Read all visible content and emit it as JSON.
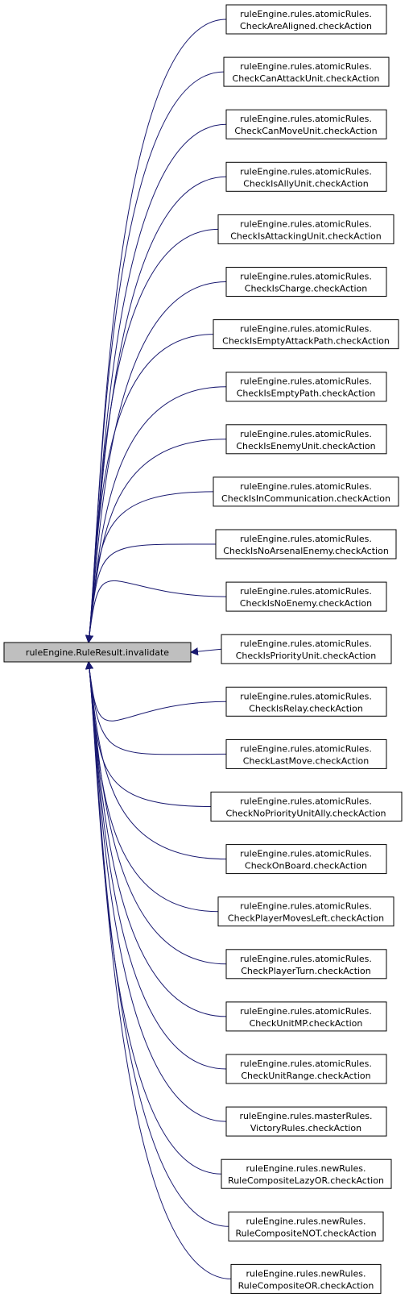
{
  "graph": {
    "root": {
      "label": "ruleEngine.RuleResult.invalidate",
      "fill": "#bfbfbf"
    },
    "edge_color": "#191970",
    "nodes": [
      {
        "line1": "ruleEngine.rules.atomicRules.",
        "line2": "CheckAreAligned.checkAction"
      },
      {
        "line1": "ruleEngine.rules.atomicRules.",
        "line2": "CheckCanAttackUnit.checkAction"
      },
      {
        "line1": "ruleEngine.rules.atomicRules.",
        "line2": "CheckCanMoveUnit.checkAction"
      },
      {
        "line1": "ruleEngine.rules.atomicRules.",
        "line2": "CheckIsAllyUnit.checkAction"
      },
      {
        "line1": "ruleEngine.rules.atomicRules.",
        "line2": "CheckIsAttackingUnit.checkAction"
      },
      {
        "line1": "ruleEngine.rules.atomicRules.",
        "line2": "CheckIsCharge.checkAction"
      },
      {
        "line1": "ruleEngine.rules.atomicRules.",
        "line2": "CheckIsEmptyAttackPath.checkAction"
      },
      {
        "line1": "ruleEngine.rules.atomicRules.",
        "line2": "CheckIsEmptyPath.checkAction"
      },
      {
        "line1": "ruleEngine.rules.atomicRules.",
        "line2": "CheckIsEnemyUnit.checkAction"
      },
      {
        "line1": "ruleEngine.rules.atomicRules.",
        "line2": "CheckIsInCommunication.checkAction"
      },
      {
        "line1": "ruleEngine.rules.atomicRules.",
        "line2": "CheckIsNoArsenalEnemy.checkAction"
      },
      {
        "line1": "ruleEngine.rules.atomicRules.",
        "line2": "CheckIsNoEnemy.checkAction"
      },
      {
        "line1": "ruleEngine.rules.atomicRules.",
        "line2": "CheckIsPriorityUnit.checkAction"
      },
      {
        "line1": "ruleEngine.rules.atomicRules.",
        "line2": "CheckIsRelay.checkAction"
      },
      {
        "line1": "ruleEngine.rules.atomicRules.",
        "line2": "CheckLastMove.checkAction"
      },
      {
        "line1": "ruleEngine.rules.atomicRules.",
        "line2": "CheckNoPriorityUnitAlly.checkAction"
      },
      {
        "line1": "ruleEngine.rules.atomicRules.",
        "line2": "CheckOnBoard.checkAction"
      },
      {
        "line1": "ruleEngine.rules.atomicRules.",
        "line2": "CheckPlayerMovesLeft.checkAction"
      },
      {
        "line1": "ruleEngine.rules.atomicRules.",
        "line2": "CheckPlayerTurn.checkAction"
      },
      {
        "line1": "ruleEngine.rules.atomicRules.",
        "line2": "CheckUnitMP.checkAction"
      },
      {
        "line1": "ruleEngine.rules.atomicRules.",
        "line2": "CheckUnitRange.checkAction"
      },
      {
        "line1": "ruleEngine.rules.masterRules.",
        "line2": "VictoryRules.checkAction"
      },
      {
        "line1": "ruleEngine.rules.newRules.",
        "line2": "RuleCompositeLazyOR.checkAction"
      },
      {
        "line1": "ruleEngine.rules.newRules.",
        "line2": "RuleCompositeNOT.checkAction"
      },
      {
        "line1": "ruleEngine.rules.newRules.",
        "line2": "RuleCompositeOR.checkAction"
      }
    ]
  }
}
